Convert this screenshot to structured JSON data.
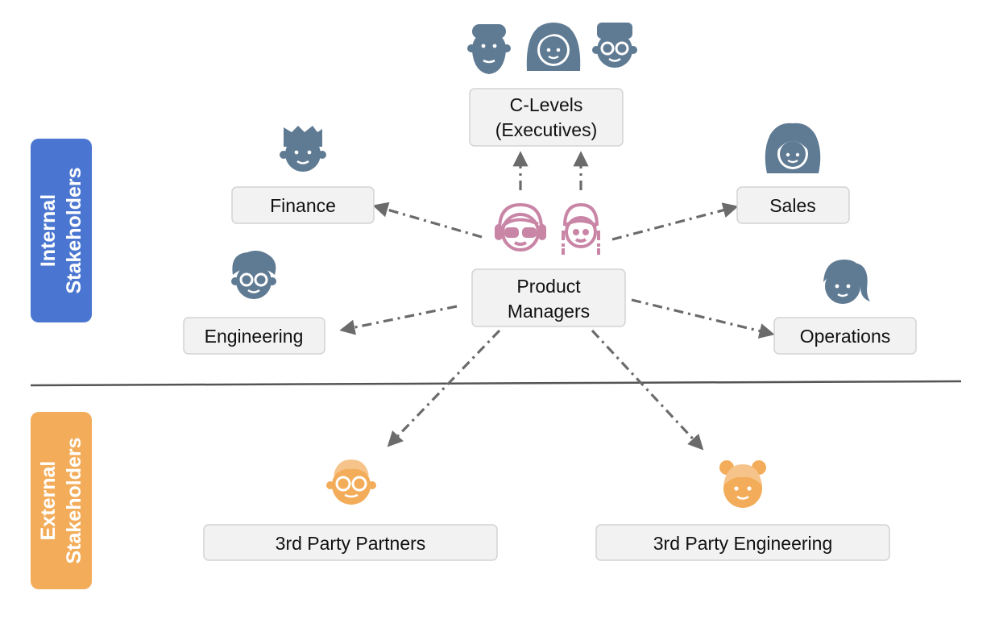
{
  "colors": {
    "internal": "#4a76d1",
    "external": "#f3ad5a",
    "stakeholder_icon": "#5f7a93",
    "pm_icon": "#c985a6",
    "external_icon": "#f3ad5a",
    "arrow": "#6b6b6b",
    "divider": "#555555"
  },
  "side_labels": {
    "internal": [
      "Internal",
      "Stakeholders"
    ],
    "external": [
      "External",
      "Stakeholders"
    ]
  },
  "nodes": {
    "clevels": [
      "C-Levels",
      "(Executives)"
    ],
    "finance": "Finance",
    "sales": "Sales",
    "product": [
      "Product",
      "Managers"
    ],
    "engineering": "Engineering",
    "operations": "Operations",
    "partners": "3rd Party Partners",
    "third_eng": "3rd Party Engineering"
  },
  "icons": {
    "clevels": [
      "bearded-man-icon",
      "woman-icon",
      "man-glasses-icon"
    ],
    "finance": "man-icon",
    "sales": "woman-curly-icon",
    "engineering": "man-glasses-curly-icon",
    "operations": "woman-ponytail-icon",
    "product": [
      "woman-glasses-headset-icon",
      "girl-braids-icon"
    ],
    "partners": "man-glasses-beard-icon",
    "third_eng": "girl-buns-icon"
  },
  "edges": [
    {
      "from": "Product Managers",
      "to": "C-Levels (Executives)"
    },
    {
      "from": "Product Managers",
      "to": "C-Levels (Executives)"
    },
    {
      "from": "Product Managers",
      "to": "Finance"
    },
    {
      "from": "Product Managers",
      "to": "Sales"
    },
    {
      "from": "Product Managers",
      "to": "Engineering"
    },
    {
      "from": "Product Managers",
      "to": "Operations"
    },
    {
      "from": "Product Managers",
      "to": "3rd Party Partners"
    },
    {
      "from": "Product Managers",
      "to": "3rd Party Engineering"
    }
  ]
}
